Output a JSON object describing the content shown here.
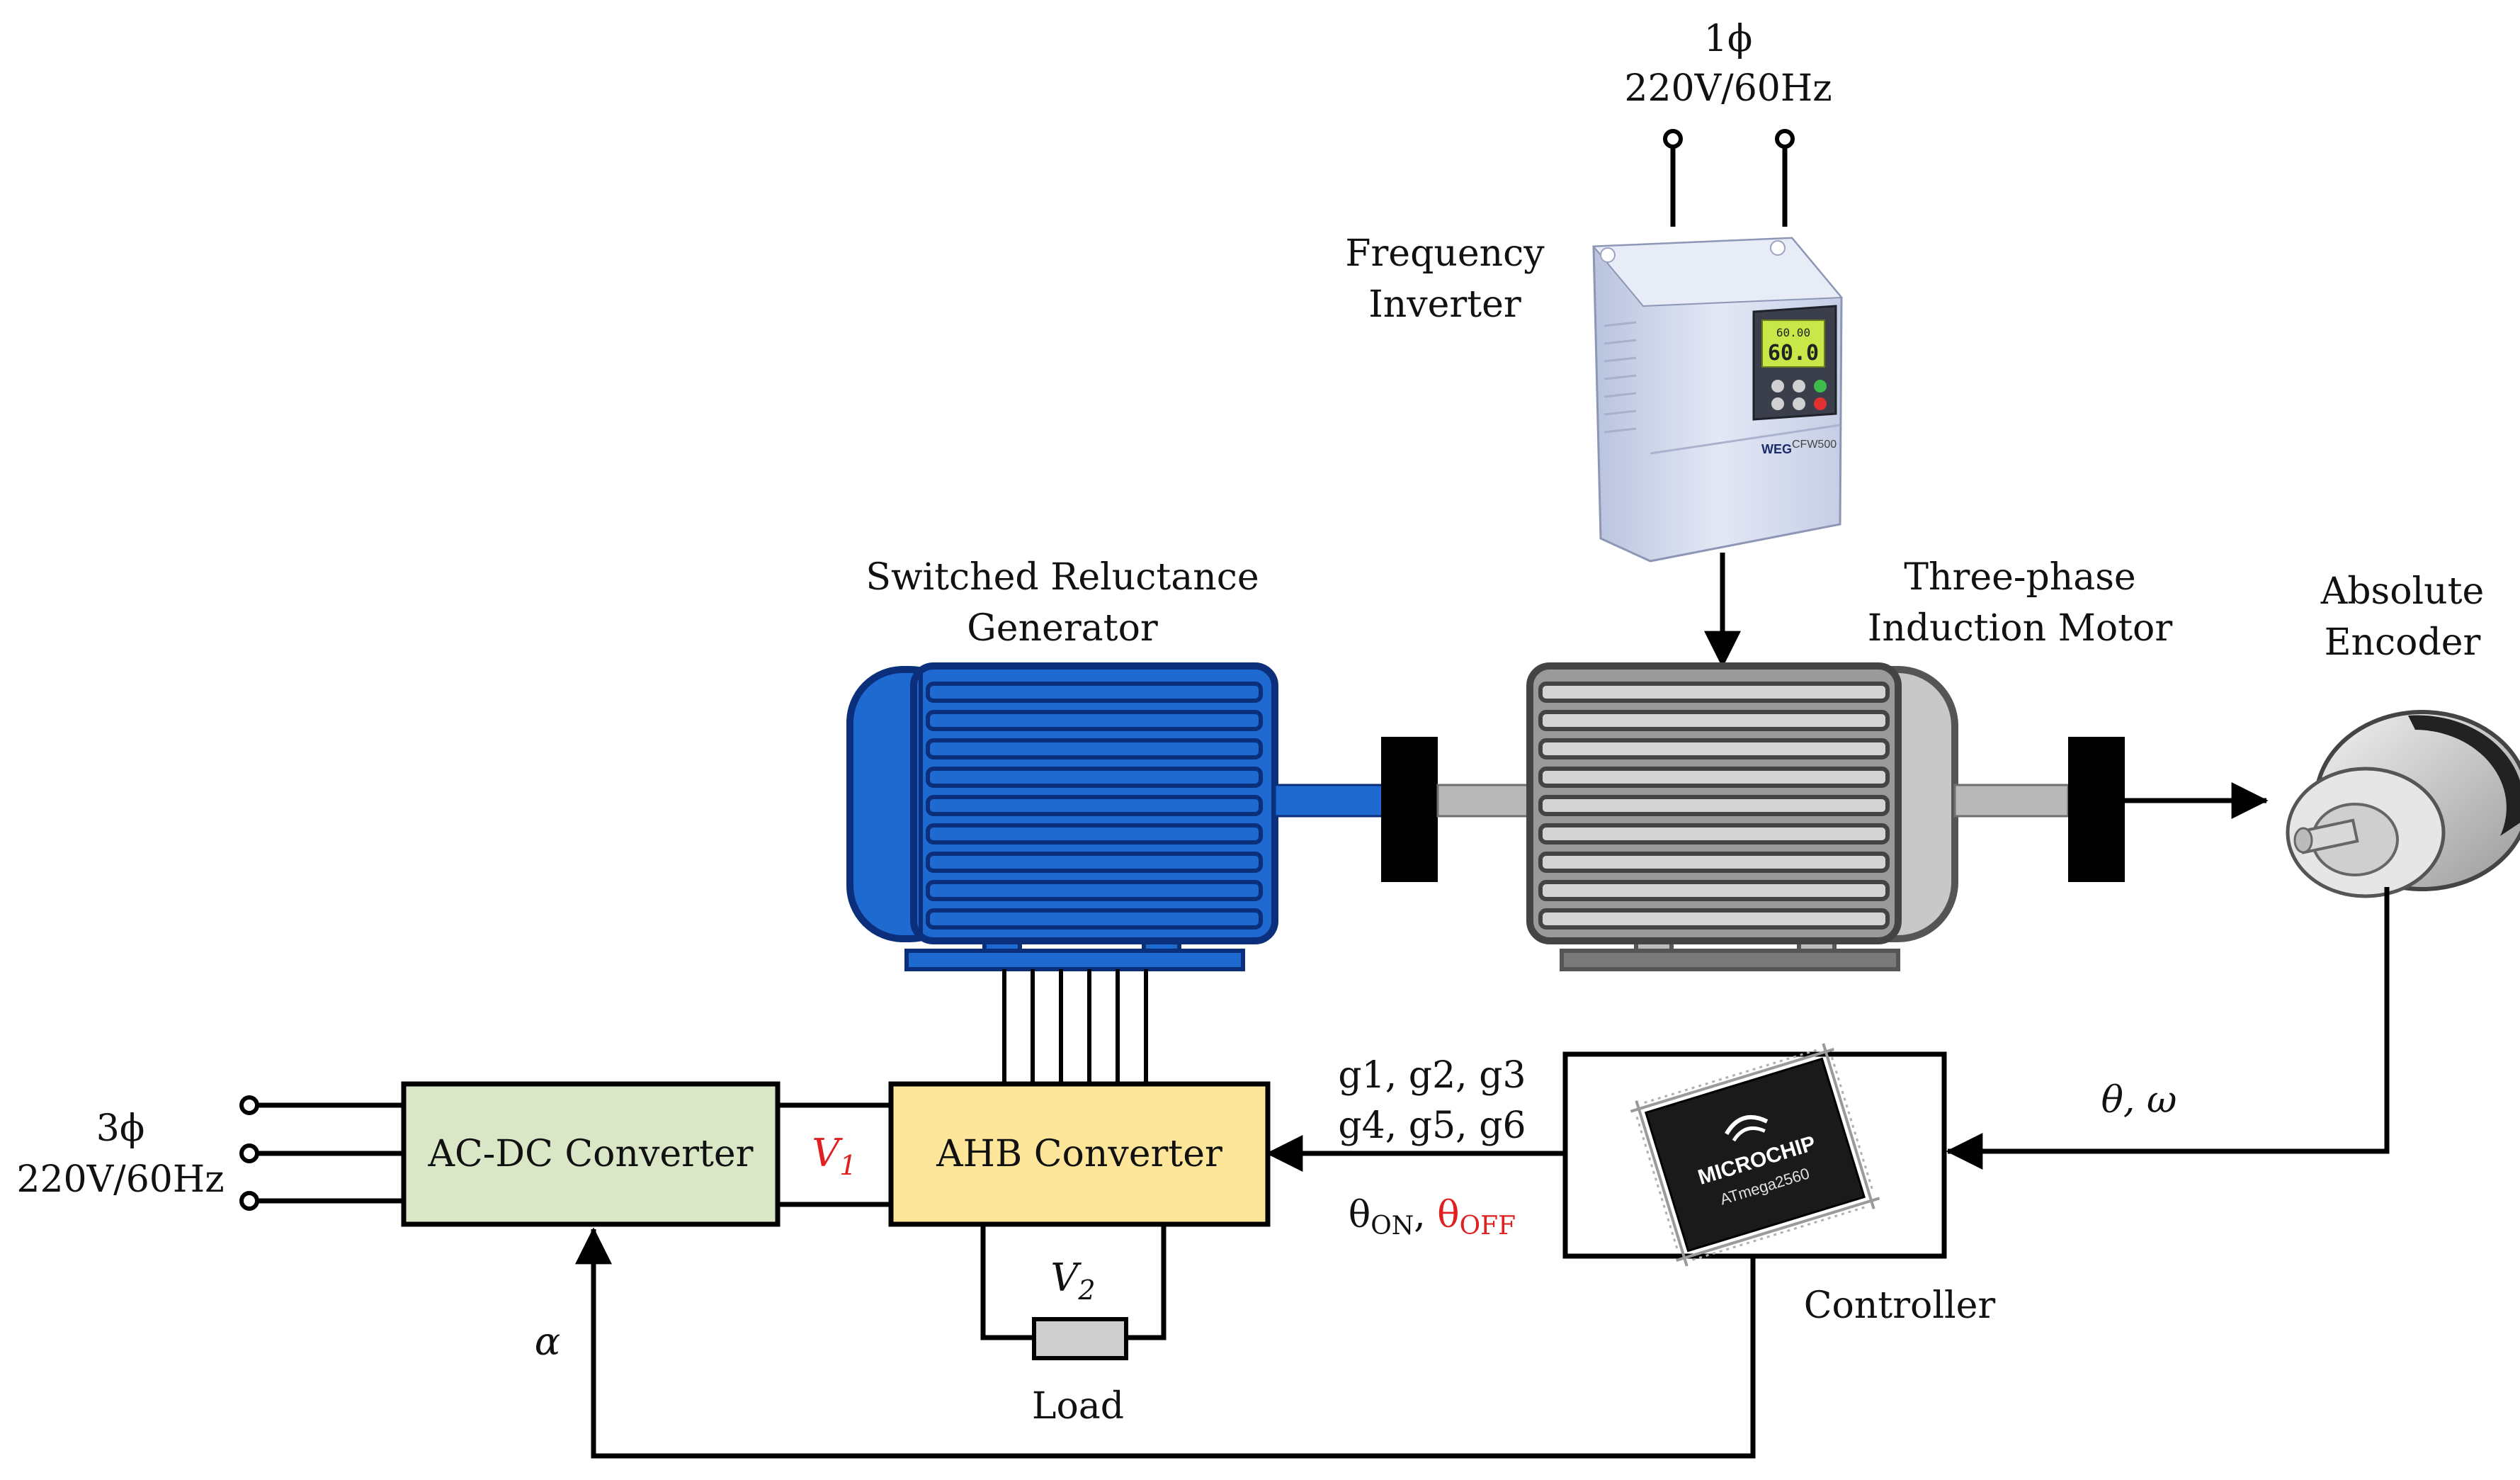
{
  "colors": {
    "generator_blue": "#1f6ad0",
    "generator_dark": "#0b2f7a",
    "motor_gray": "#d4d4d4",
    "motor_dark": "#6f6f6f",
    "acdc_fill": "#d9e7c6",
    "ahb_fill": "#fde69a",
    "load_fill": "#cfcfcf",
    "highlight_red": "#e02020",
    "inverter_body": "#d6dcee",
    "lcd_green": "#c8e84a",
    "chip_black": "#1a1a1a"
  },
  "supply_single_phase": {
    "phase": "1ϕ",
    "rating": "220V/60Hz"
  },
  "supply_three_phase": {
    "phase": "3ϕ",
    "rating": "220V/60Hz"
  },
  "frequency_inverter": {
    "label_line1": "Frequency",
    "label_line2": "Inverter",
    "display_top": "60.00",
    "display_main": "60.0",
    "brand": "WEG",
    "model": "CFW500"
  },
  "generator": {
    "label_line1": "Switched Reluctance",
    "label_line2": "Generator"
  },
  "motor": {
    "label_line1": "Three-phase",
    "label_line2": "Induction Motor"
  },
  "encoder": {
    "label_line1": "Absolute",
    "label_line2": "Encoder"
  },
  "acdc": {
    "label": "AC-DC Converter"
  },
  "ahb": {
    "label": "AHB Converter"
  },
  "load": {
    "label": "Load"
  },
  "controller": {
    "label": "Controller",
    "chip_brand": "MICROCHIP",
    "chip_model": "ATmega2560"
  },
  "signals": {
    "v1": "V1",
    "v1_base": "V",
    "v1_sub": "1",
    "v2": "V2",
    "v2_base": "V",
    "v2_sub": "2",
    "alpha": "α",
    "theta_omega": "θ, ω",
    "gates_row1": "g1, g2, g3",
    "gates_row2": "g4, g5, g6",
    "theta_on_base": "θ",
    "theta_on_sub": "ON",
    "theta_off_base": "θ",
    "theta_off_sub": "OFF"
  }
}
